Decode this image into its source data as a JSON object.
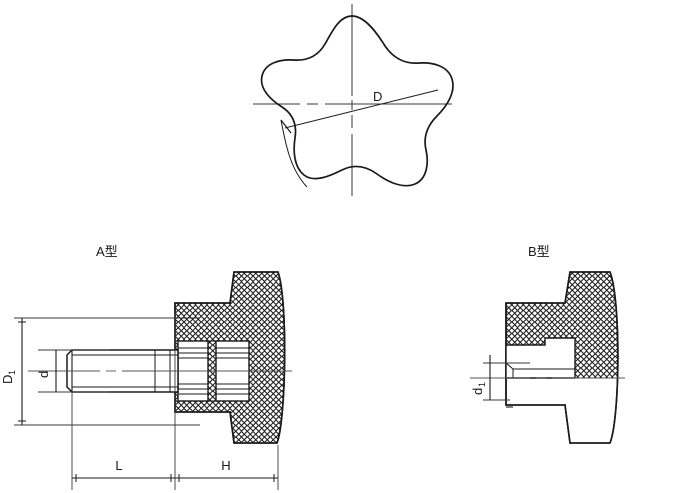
{
  "drawing": {
    "title_a": "A型",
    "title_b": "B型",
    "labels": {
      "diameter_major": "D",
      "diameter_knob": "D",
      "diameter_knob_sub": "1",
      "stud_diameter": "d",
      "bore_diameter": "d",
      "bore_diameter_sub": "1",
      "stud_length": "L",
      "knob_height": "H"
    },
    "colors": {
      "line": "#1a1a1a",
      "thin_line": "#3a3a3a",
      "center_line": "#555555",
      "hatch": "#1a1a1a",
      "background": "#ffffff"
    },
    "views": [
      {
        "name": "top-view-star",
        "caption": ""
      },
      {
        "name": "section-view-a",
        "caption": "A型"
      },
      {
        "name": "section-view-b",
        "caption": "B型"
      }
    ]
  }
}
